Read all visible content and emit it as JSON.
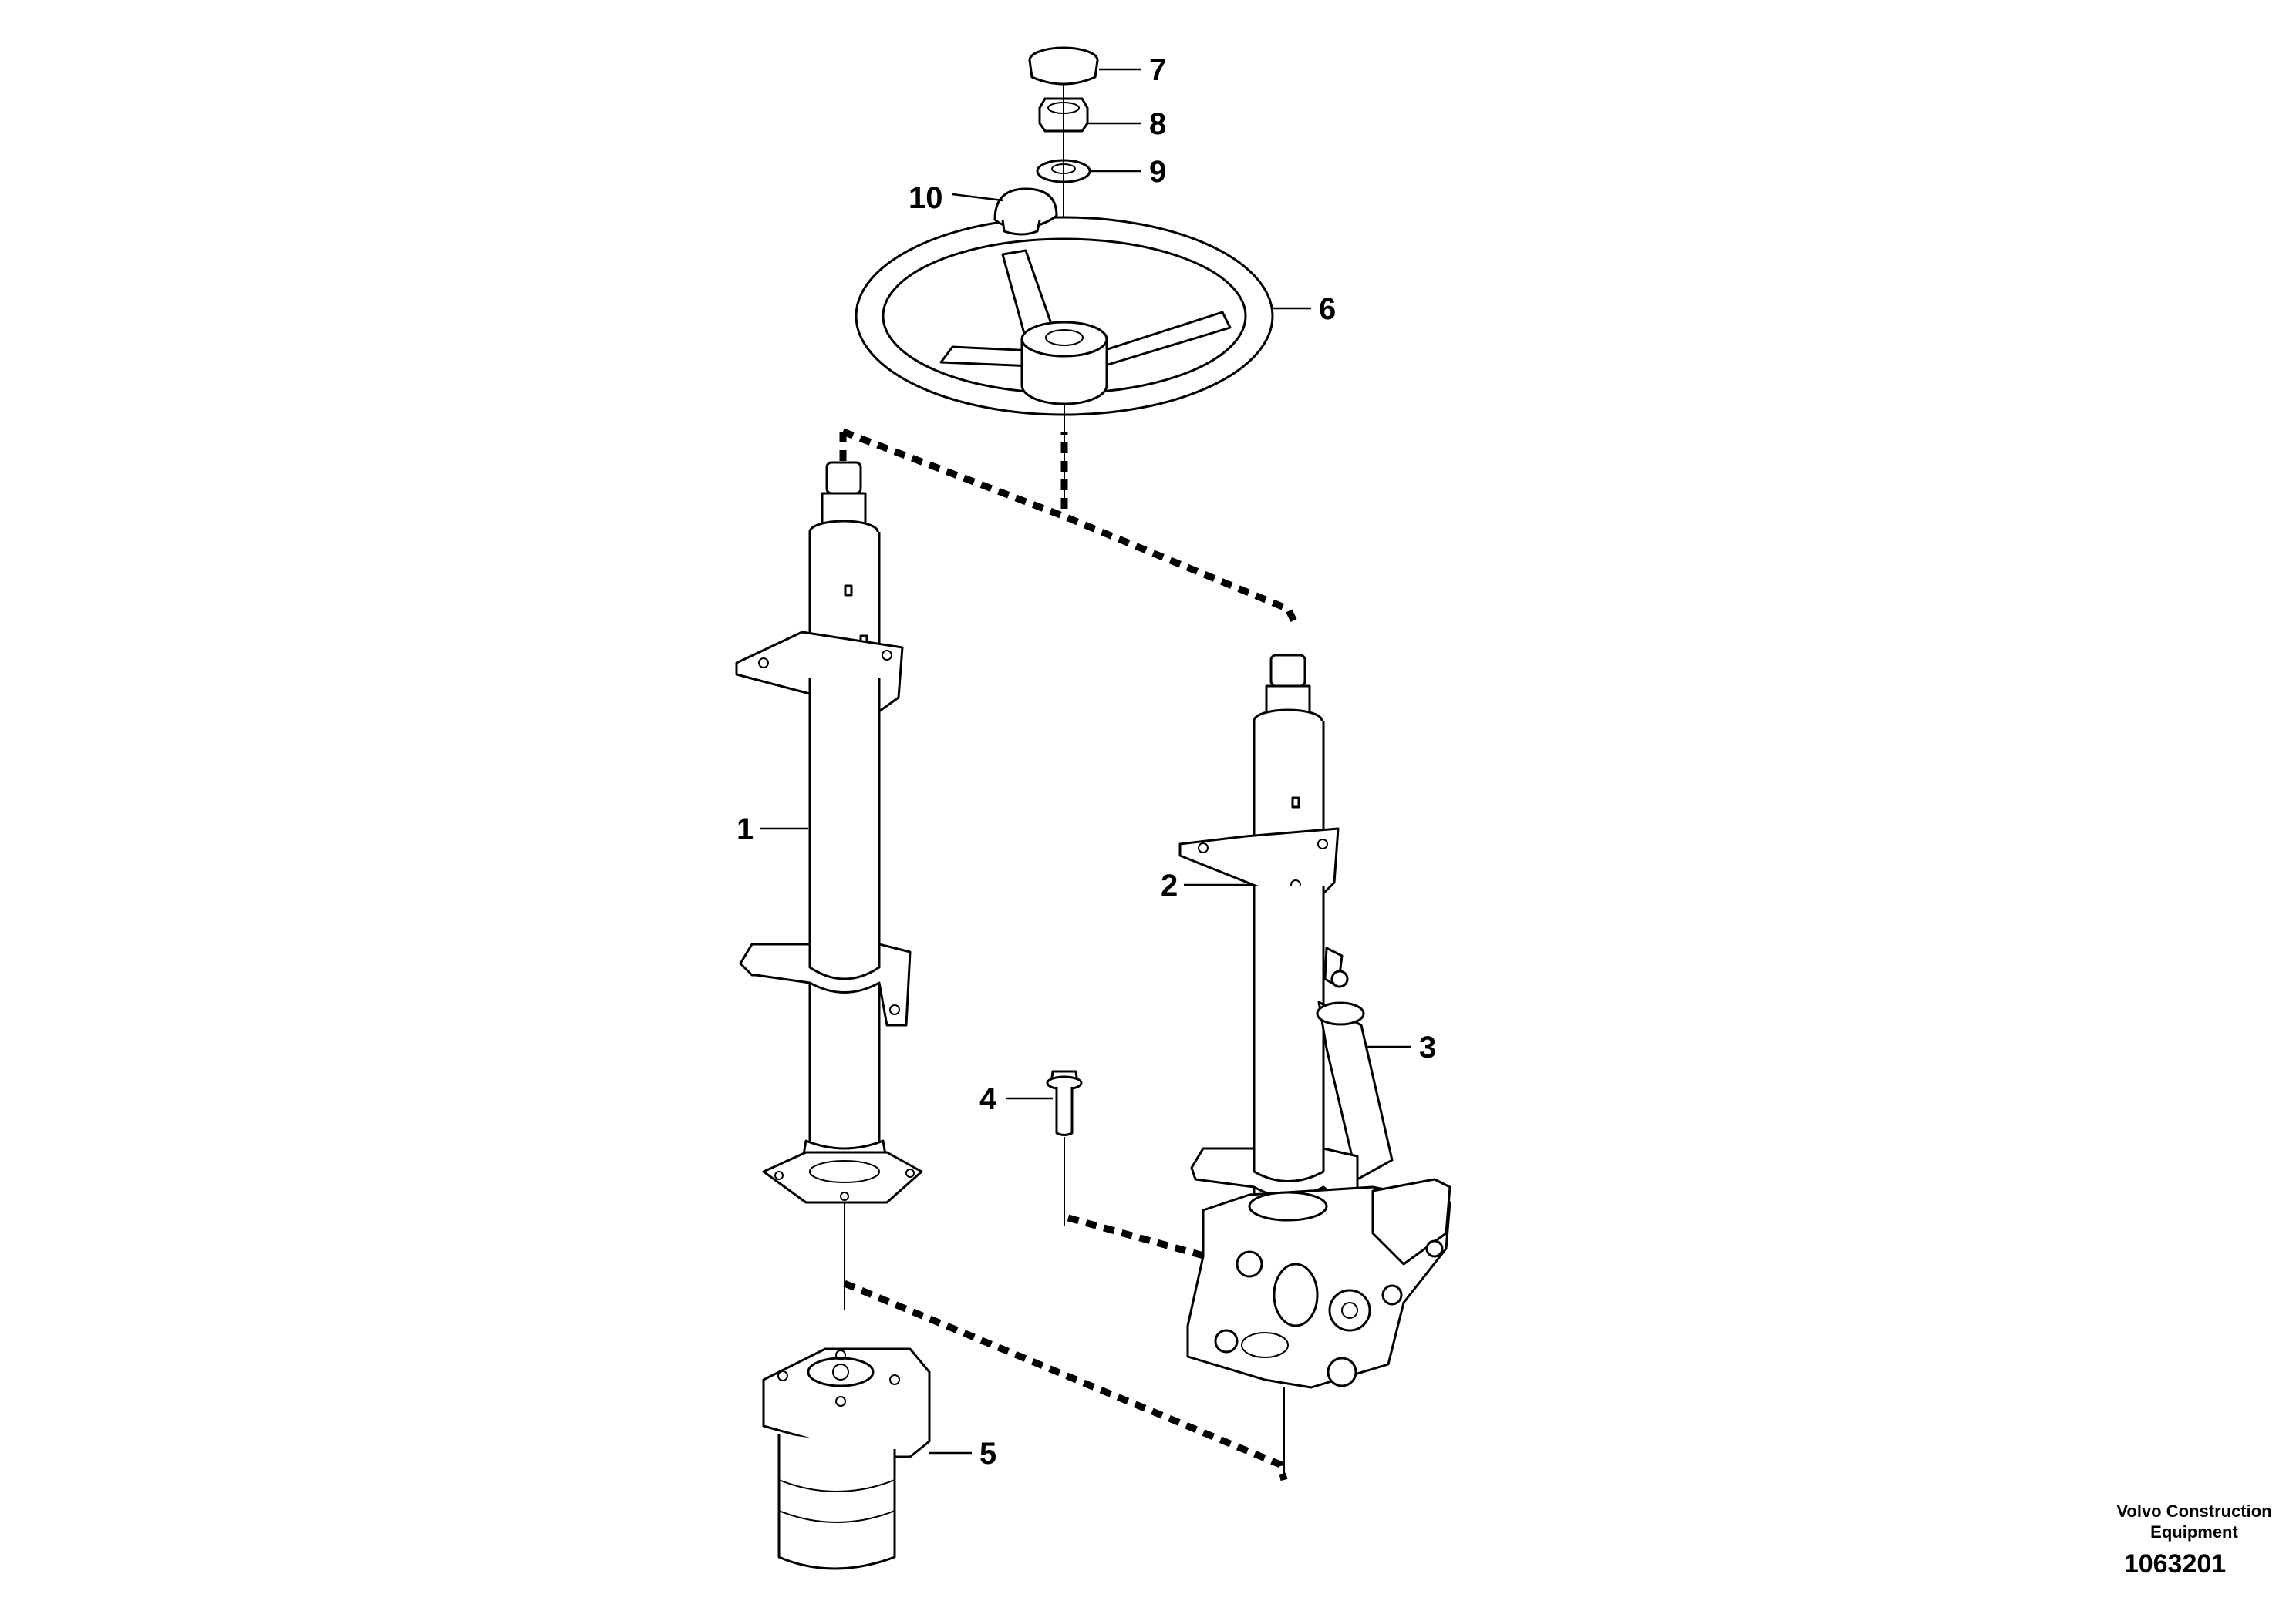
{
  "diagram": {
    "callouts": [
      {
        "id": "c1",
        "label": "1"
      },
      {
        "id": "c2",
        "label": "2"
      },
      {
        "id": "c3",
        "label": "3"
      },
      {
        "id": "c4",
        "label": "4"
      },
      {
        "id": "c5",
        "label": "5"
      },
      {
        "id": "c6",
        "label": "6"
      },
      {
        "id": "c7",
        "label": "7"
      },
      {
        "id": "c8",
        "label": "8"
      },
      {
        "id": "c9",
        "label": "9"
      },
      {
        "id": "c10",
        "label": "10"
      }
    ],
    "credit_line1": "Volvo Construction",
    "credit_line2": "Equipment",
    "drawing_number": "1063201"
  }
}
